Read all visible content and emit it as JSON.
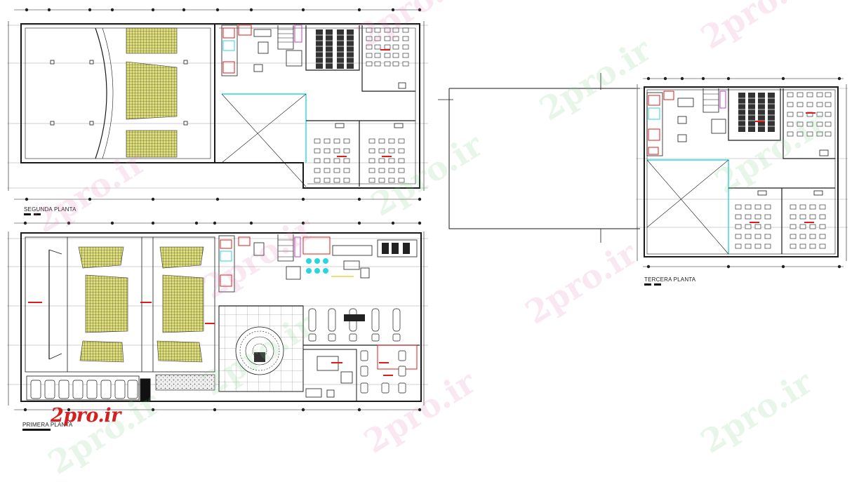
{
  "plans": [
    {
      "id": "segunda",
      "label": "SEGUNDA PLANTA"
    },
    {
      "id": "primera",
      "label": "PRIMERA PLANTA"
    },
    {
      "id": "tercera",
      "label": "TERCERA PLANTA"
    }
  ],
  "watermark": {
    "text": "2pro.ir"
  },
  "logo": {
    "text": "2pro.ir"
  },
  "colors": {
    "line": "#1a1a1a",
    "seating": "#dede78",
    "accent_cyan": "#2ad6de",
    "accent_red": "#e01b1b",
    "accent_magenta": "#c040c0",
    "watermark_pink": "#e07ab4",
    "watermark_green": "#7ad08a",
    "logo_red": "#d42020"
  }
}
